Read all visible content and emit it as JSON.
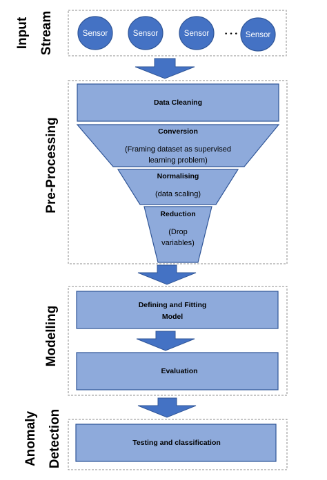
{
  "side_labels": {
    "input_line1": "Input",
    "input_line2": "Stream",
    "preprocessing": "Pre-Processing",
    "modelling": "Modelling",
    "anomaly_line1": "Anomaly",
    "anomaly_line2": "Detection"
  },
  "sensors": {
    "items": [
      "Sensor",
      "Sensor",
      "Sensor",
      "Sensor"
    ],
    "ellipsis": "•••"
  },
  "preprocessing": {
    "data_cleaning": "Data Cleaning",
    "conversion_title": "Conversion",
    "conversion_desc_line1": "(Framing dataset as supervised",
    "conversion_desc_line2": "learning problem)",
    "normalising_title": "Normalising",
    "normalising_desc": "(data scaling)",
    "reduction_title": "Reduction",
    "reduction_desc_line1": "(Drop",
    "reduction_desc_line2": "variables)"
  },
  "modelling": {
    "defining_line1": "Defining and Fitting",
    "defining_line2": "Model",
    "evaluation": "Evaluation"
  },
  "anomaly": {
    "testing": "Testing and classification"
  },
  "colors": {
    "box_fill": "#8eaadb",
    "box_stroke": "#2f5597",
    "sensor_fill": "#4472c4",
    "arrow_fill": "#4472c4",
    "section_border": "#8c8c8c"
  }
}
